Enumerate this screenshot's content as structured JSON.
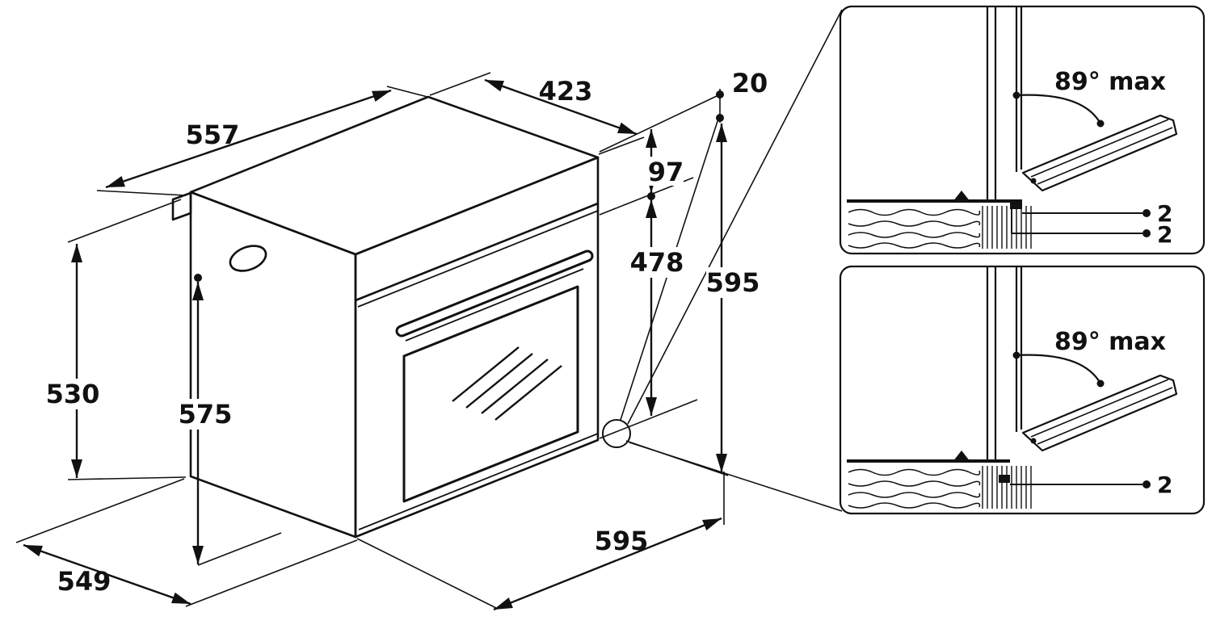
{
  "figure": {
    "type": "dimensional drawing",
    "subject": "Built-in oven installation dimensions with door-hinge detail views",
    "units": "mm"
  },
  "oven_dimensions": {
    "top_depth": "557",
    "top_width": "423",
    "top_overhang": "20",
    "control_panel_height": "97",
    "door_height": "478",
    "total_height": "595",
    "side_height": "530",
    "inner_height": "575",
    "base_depth": "549",
    "width": "595"
  },
  "detail_top": {
    "max_opening_angle": "89° max",
    "clearance_upper": "2",
    "clearance_lower": "2"
  },
  "detail_bottom": {
    "max_opening_angle": "89° max",
    "clearance": "2"
  }
}
